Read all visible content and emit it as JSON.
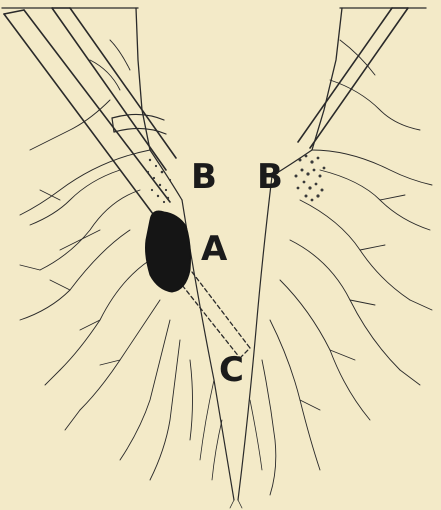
{
  "labels": {
    "a": "A",
    "b_left": "B",
    "b_right": "B",
    "c": "C"
  },
  "colors": {
    "background": "#f3eac8",
    "ink": "#1b1b1b"
  }
}
